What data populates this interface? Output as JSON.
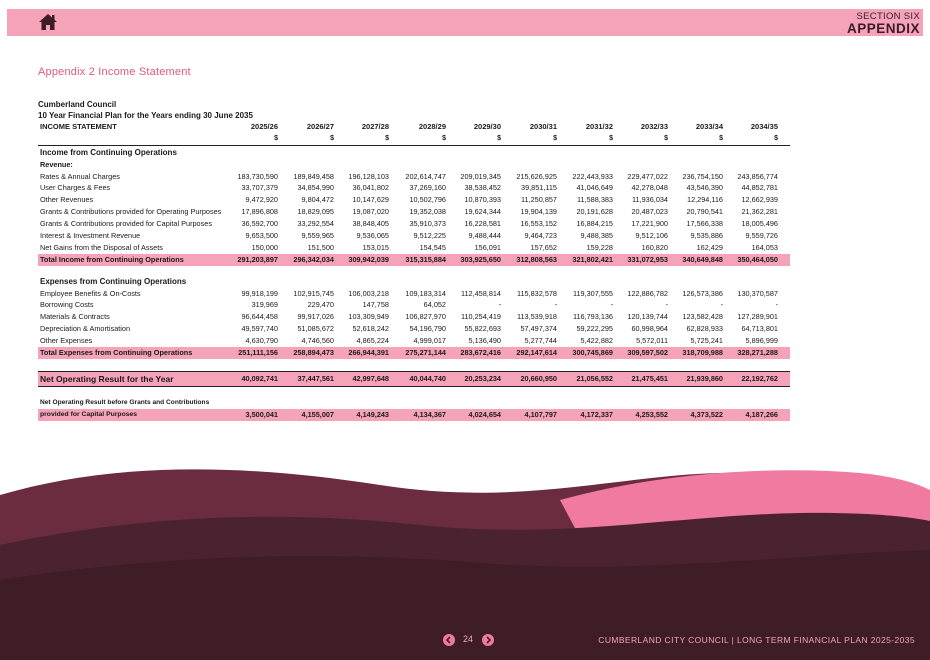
{
  "header": {
    "section_label": "SECTION SIX",
    "section_title": "APPENDIX"
  },
  "page_heading": "Appendix 2 Income Statement",
  "statement": {
    "org": "Cumberland Council",
    "subtitle": "10 Year Financial Plan for the Years ending 30 June 2035",
    "heading": "INCOME STATEMENT",
    "years": [
      "2025/26",
      "2026/27",
      "2027/28",
      "2028/29",
      "2029/30",
      "2030/31",
      "2031/32",
      "2032/33",
      "2033/34",
      "2034/35"
    ],
    "unit": "$",
    "income_section": "Income from Continuing Operations",
    "revenue_label": "Revenue:",
    "income_rows": [
      {
        "label": "Rates & Annual Charges",
        "values": [
          "183,730,590",
          "189,849,458",
          "196,128,103",
          "202,614,747",
          "209,019,345",
          "215,626,925",
          "222,443,933",
          "229,477,022",
          "236,754,150",
          "243,856,774"
        ]
      },
      {
        "label": "User Charges & Fees",
        "values": [
          "33,707,379",
          "34,854,990",
          "36,041,802",
          "37,269,160",
          "38,538,452",
          "39,851,115",
          "41,046,649",
          "42,278,048",
          "43,546,390",
          "44,852,781"
        ]
      },
      {
        "label": "Other Revenues",
        "values": [
          "9,472,920",
          "9,804,472",
          "10,147,629",
          "10,502,796",
          "10,870,393",
          "11,250,857",
          "11,588,383",
          "11,936,034",
          "12,294,116",
          "12,662,939"
        ]
      },
      {
        "label": "Grants & Contributions provided for Operating Purposes",
        "values": [
          "17,896,808",
          "18,829,095",
          "19,087,020",
          "19,352,038",
          "19,624,344",
          "19,904,139",
          "20,191,628",
          "20,487,023",
          "20,790,541",
          "21,362,281"
        ]
      },
      {
        "label": "Grants & Contributions provided for Capital Purposes",
        "values": [
          "36,592,700",
          "33,292,554",
          "38,848,405",
          "35,910,373",
          "16,228,581",
          "16,553,152",
          "16,884,215",
          "17,221,900",
          "17,566,338",
          "18,005,496"
        ]
      },
      {
        "label": "Interest & Investment Revenue",
        "values": [
          "9,653,500",
          "9,559,965",
          "9,536,065",
          "9,512,225",
          "9,488,444",
          "9,464,723",
          "9,488,385",
          "9,512,106",
          "9,535,886",
          "9,559,726"
        ]
      },
      {
        "label": "Net Gains from the Disposal of Assets",
        "values": [
          "150,000",
          "151,500",
          "153,015",
          "154,545",
          "156,091",
          "157,652",
          "159,228",
          "160,820",
          "162,429",
          "164,053"
        ]
      }
    ],
    "income_total": {
      "label": "Total Income from Continuing Operations",
      "values": [
        "291,203,897",
        "296,342,034",
        "309,942,039",
        "315,315,884",
        "303,925,650",
        "312,808,563",
        "321,802,421",
        "331,072,953",
        "340,649,848",
        "350,464,050"
      ]
    },
    "expense_section": "Expenses from Continuing Operations",
    "expense_rows": [
      {
        "label": "Employee Benefits & On-Costs",
        "values": [
          "99,918,199",
          "102,915,745",
          "106,003,218",
          "109,183,314",
          "112,458,814",
          "115,832,578",
          "119,307,555",
          "122,886,782",
          "126,573,386",
          "130,370,587"
        ]
      },
      {
        "label": "Borrowing Costs",
        "values": [
          "319,969",
          "229,470",
          "147,758",
          "64,052",
          "-",
          "-",
          "-",
          "-",
          "-",
          "-"
        ]
      },
      {
        "label": "Materials & Contracts",
        "values": [
          "96,644,458",
          "99,917,026",
          "103,309,949",
          "106,827,970",
          "110,254,419",
          "113,539,918",
          "116,793,136",
          "120,139,744",
          "123,582,428",
          "127,289,901"
        ]
      },
      {
        "label": "Depreciation & Amortisation",
        "values": [
          "49,597,740",
          "51,085,672",
          "52,618,242",
          "54,196,790",
          "55,822,693",
          "57,497,374",
          "59,222,295",
          "60,998,964",
          "62,828,933",
          "64,713,801"
        ]
      },
      {
        "label": "Other Expenses",
        "values": [
          "4,630,790",
          "4,746,560",
          "4,865,224",
          "4,999,017",
          "5,136,490",
          "5,277,744",
          "5,422,882",
          "5,572,011",
          "5,725,241",
          "5,896,999"
        ]
      }
    ],
    "expense_total": {
      "label": "Total Expenses from Continuing Operations",
      "values": [
        "251,111,156",
        "258,894,473",
        "266,944,391",
        "275,271,144",
        "283,672,416",
        "292,147,614",
        "300,745,869",
        "309,597,502",
        "318,709,988",
        "328,271,288"
      ]
    },
    "net_result": {
      "label": "Net Operating Result for the Year",
      "values": [
        "40,092,741",
        "37,447,561",
        "42,997,648",
        "40,044,740",
        "20,253,234",
        "20,660,950",
        "21,056,552",
        "21,475,451",
        "21,939,860",
        "22,192,762"
      ]
    },
    "net_before_label": "Net Operating Result before Grants and Contributions",
    "net_before": {
      "label": "provided for Capital Purposes",
      "values": [
        "3,500,041",
        "4,155,007",
        "4,149,243",
        "4,134,367",
        "4,024,654",
        "4,107,797",
        "4,172,337",
        "4,253,552",
        "4,373,522",
        "4,187,266"
      ]
    }
  },
  "footer": {
    "page_number": "24",
    "text": "CUMBERLAND CITY COUNCIL | LONG TERM FINANCIAL PLAN 2025-2035"
  },
  "colors": {
    "band_pink": "#f4a3b8",
    "heading_pink": "#e0587e",
    "footer_dark": "#3e1d27",
    "footer_mid": "#6b2c40",
    "footer_accent": "#f07aa0"
  }
}
